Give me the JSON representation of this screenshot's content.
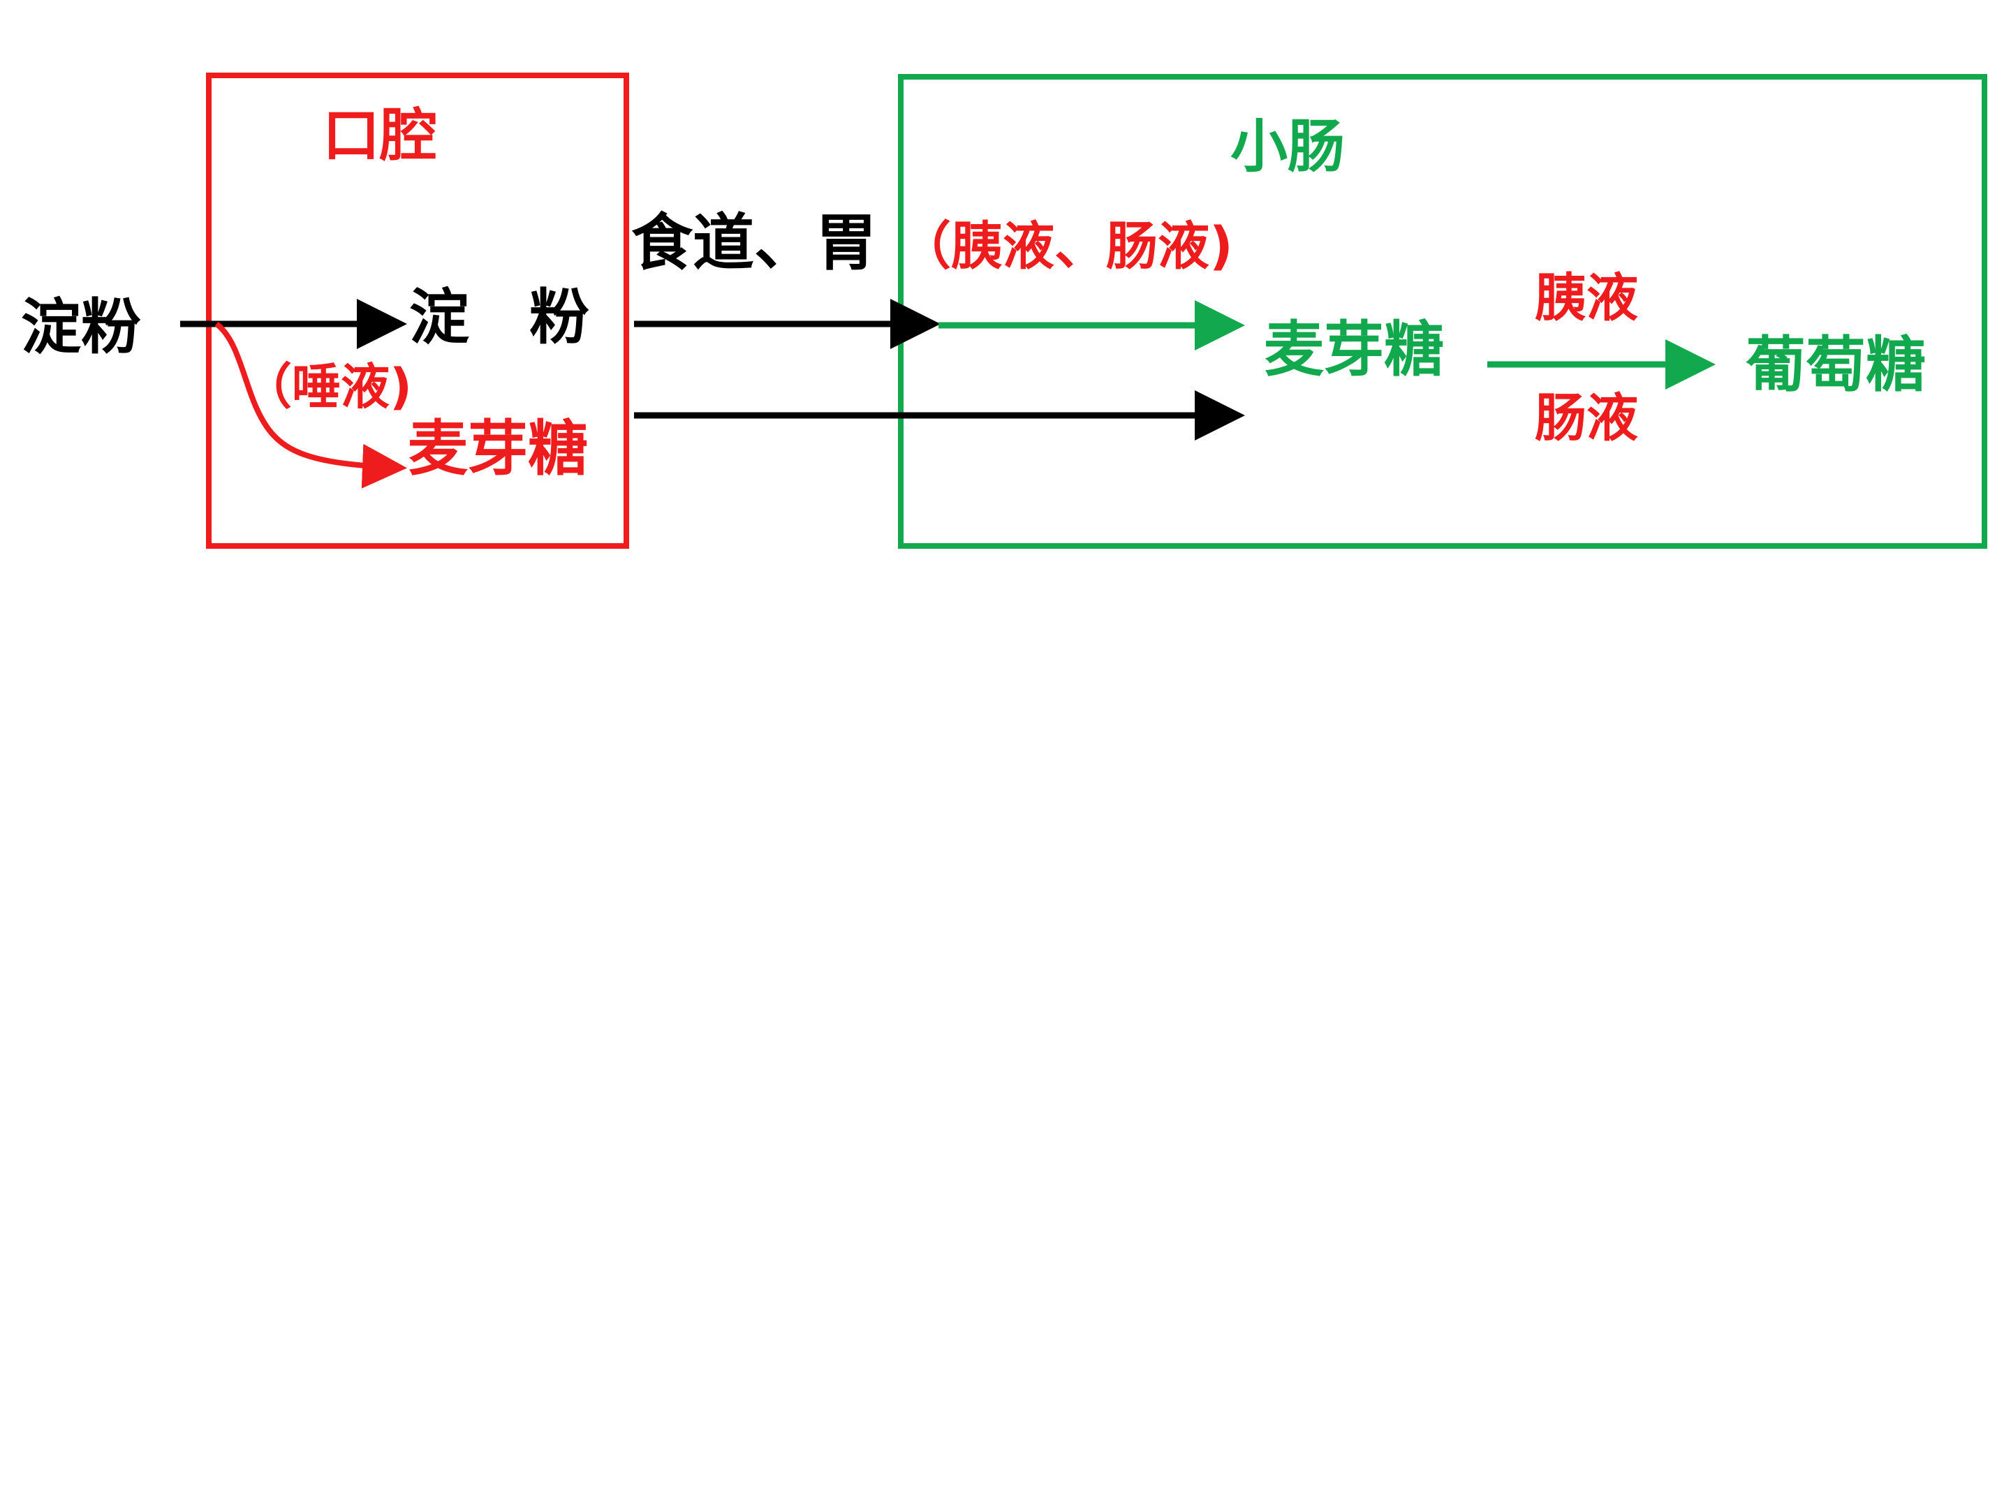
{
  "colors": {
    "black": "#000000",
    "red": "#ee1c1c",
    "green": "#12a84e"
  },
  "labels": {
    "start_starch": "淀粉",
    "mouth_title": "口腔",
    "mouth_starch": "淀　粉",
    "saliva": "（唾液)",
    "mouth_maltose": "麦芽糖",
    "esophagus_stomach": "食道、胃",
    "juices": "（胰液、肠液)",
    "small_intestine_title": "小肠",
    "intestine_maltose": "麦芽糖",
    "pancreatic_juice": "胰液",
    "intestinal_juice": "肠液",
    "glucose": "葡萄糖"
  }
}
